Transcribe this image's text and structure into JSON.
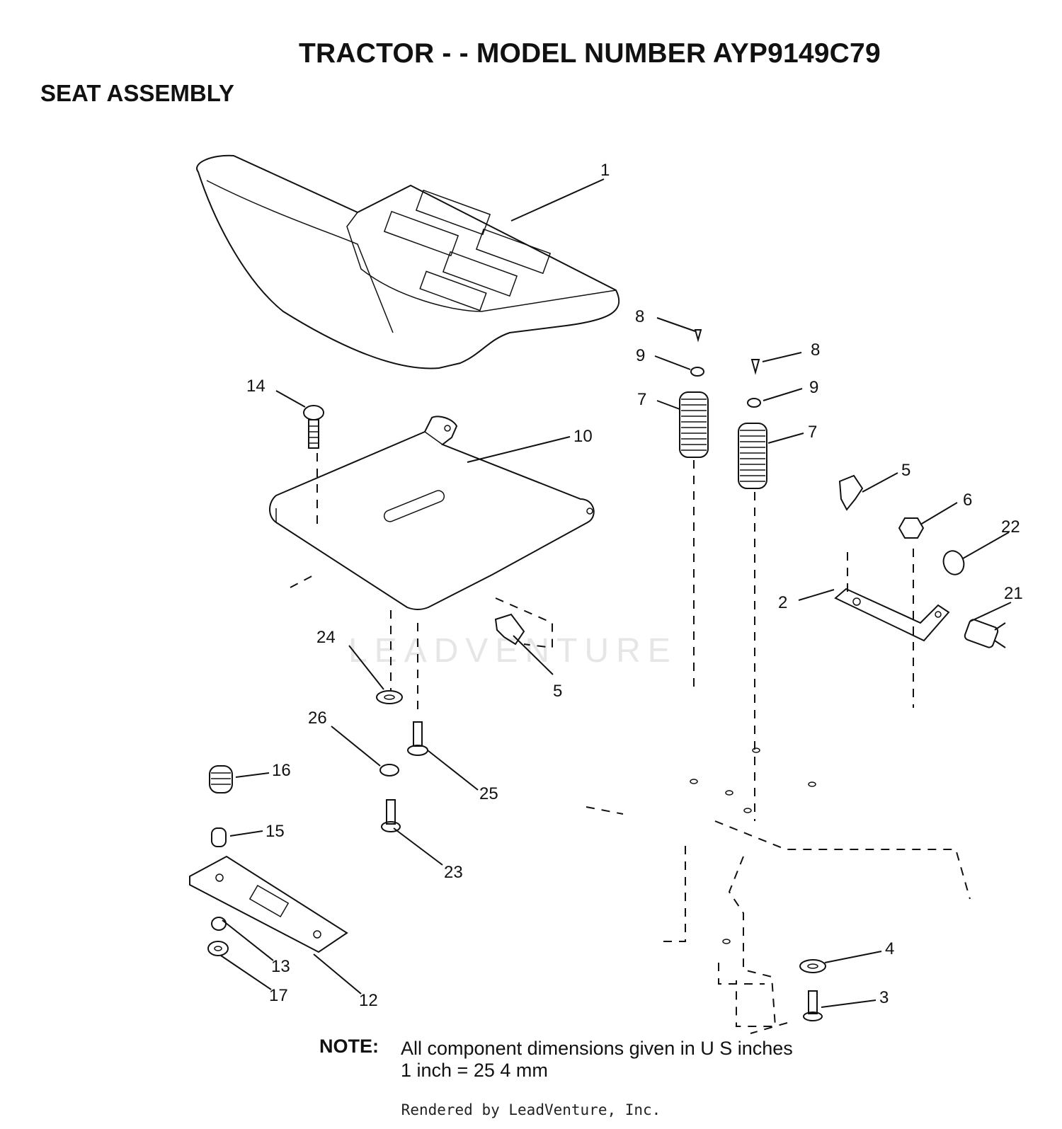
{
  "header": {
    "title": "TRACTOR - - MODEL NUMBER AYP9149C79",
    "subtitle": "SEAT ASSEMBLY"
  },
  "callouts": [
    "1",
    "8",
    "9",
    "7",
    "8",
    "9",
    "7",
    "14",
    "10",
    "5",
    "6",
    "22",
    "2",
    "21",
    "24",
    "5",
    "26",
    "16",
    "25",
    "15",
    "23",
    "13",
    "17",
    "12",
    "4",
    "3"
  ],
  "watermark": "LEADVENTURE",
  "note": {
    "label": "NOTE:",
    "line1": "All component dimensions given in U S  inches",
    "line2": "1 inch = 25 4 mm"
  },
  "footer": "Rendered by LeadVenture, Inc."
}
